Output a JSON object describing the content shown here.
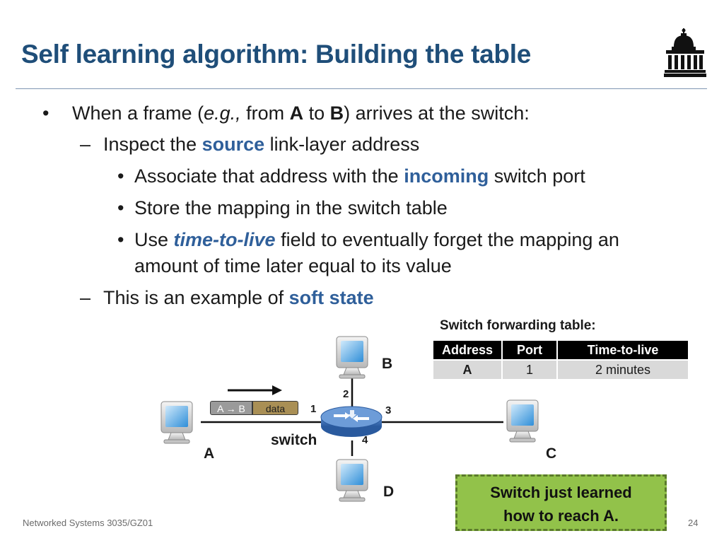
{
  "slide": {
    "title": "Self learning algorithm: Building the table",
    "footer": "Networked Systems 3035/GZ01",
    "page_number": "24"
  },
  "bullets": {
    "l1": {
      "marker": "•",
      "p1": "When a frame (",
      "p2": "e.g.,",
      "p3": " from ",
      "p4": "A",
      "p5": " to ",
      "p6": "B",
      "p7": ") arrives at the switch:"
    },
    "l2": {
      "marker": "–",
      "p1": "Inspect the ",
      "p2": "source",
      "p3": " link-layer address"
    },
    "l3": {
      "marker": "•",
      "p1": "Associate that address with the ",
      "p2": "incoming",
      "p3": " switch port"
    },
    "l4": {
      "marker": "•",
      "p1": "Store the mapping in the switch table"
    },
    "l5": {
      "marker": "•",
      "p1": "Use ",
      "p2": "time-to-live",
      "p3": " field to eventually forget the mapping an"
    },
    "l5b": {
      "p1": "amount of time later equal to its value"
    },
    "l6": {
      "marker": "–",
      "p1": "This is an example of ",
      "p2": "soft state"
    }
  },
  "table": {
    "caption": "Switch forwarding table:",
    "headers": [
      "Address",
      "Port",
      "Time-to-live"
    ],
    "rows": [
      [
        "A",
        "1",
        "2 minutes"
      ]
    ]
  },
  "diagram": {
    "hosts": {
      "a": "A",
      "b": "B",
      "c": "C",
      "d": "D"
    },
    "switch_label": "switch",
    "ports": [
      "1",
      "2",
      "3",
      "4"
    ],
    "frame": {
      "addr": "A → B",
      "data": "data"
    },
    "icons": {
      "host": "computer-monitor-icon",
      "switch": "router-icon",
      "logo": "capitol-building-icon",
      "arrow": "right-arrow-icon"
    }
  },
  "callout": {
    "line1": "Switch just learned",
    "line2": "how to reach A."
  },
  "colors": {
    "title": "#1f4e79",
    "highlight": "#2f5f9a",
    "table_header": "#000000",
    "table_row": "#d9d9d9",
    "callout": "#92c24a",
    "switch": "#3b6fb6"
  }
}
